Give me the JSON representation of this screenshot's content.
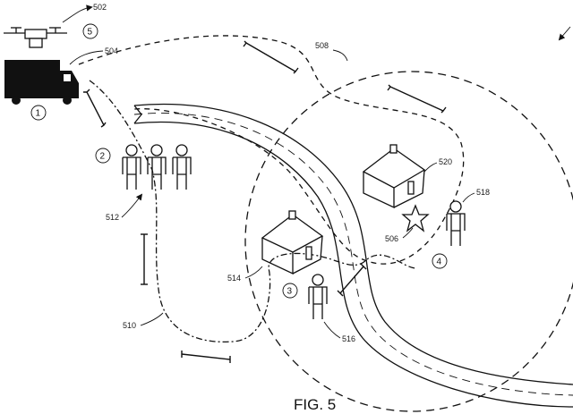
{
  "figure": {
    "caption": "FIG. 5",
    "reference_labels": {
      "drone": "502",
      "truck": "504",
      "big_circle": "508",
      "dashdot_boundary": "510",
      "group": "512",
      "house_left": "514",
      "person_lower": "516",
      "person_right": "518",
      "house_right": "520",
      "star": "506"
    },
    "step_markers": [
      "1",
      "2",
      "3",
      "4",
      "5"
    ]
  }
}
